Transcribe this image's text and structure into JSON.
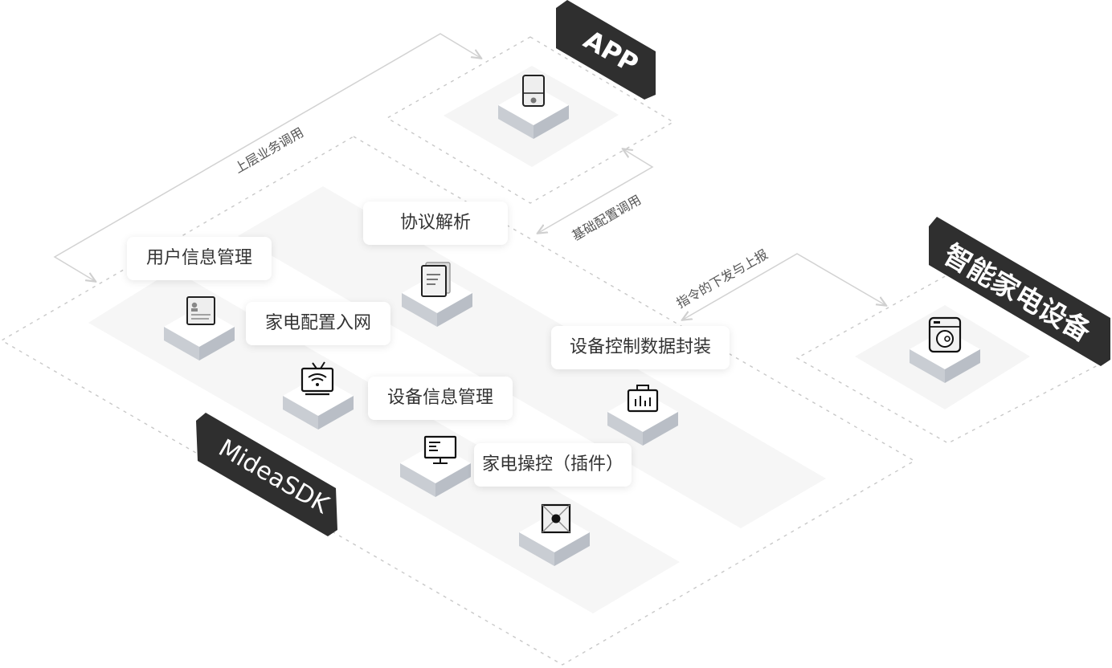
{
  "titles": {
    "app": "APP",
    "sdk": "MideaSDK",
    "device": "智能家电设备"
  },
  "modules": {
    "user_info": "用户信息管理",
    "protocol": "协议解析",
    "network_config": "家电配置入网",
    "device_info": "设备信息管理",
    "device_control_data": "设备控制数据封装",
    "appliance_control": "家电操控（插件）"
  },
  "flows": {
    "upper_business_call": "上层业务调用",
    "basic_config_call": "基础配置调用",
    "command_delivery_report": "指令的下发与上报"
  },
  "icons": {
    "app": "phone-icon",
    "user_info": "user-card-icon",
    "protocol": "document-icon",
    "network_config": "tv-wifi-icon",
    "device_info": "monitor-icon",
    "device_control_data": "briefcase-chart-icon",
    "appliance_control": "plugin-icon",
    "device": "washer-icon"
  },
  "colors": {
    "title_bg": "#2f2f2f",
    "title_text": "#ffffff",
    "platform": "#f5f5f5",
    "tile_top": "#ffffff",
    "tile_side": "#c7cbd1",
    "dashed": "#c8c8c8",
    "arrow": "#d2d2d2"
  }
}
